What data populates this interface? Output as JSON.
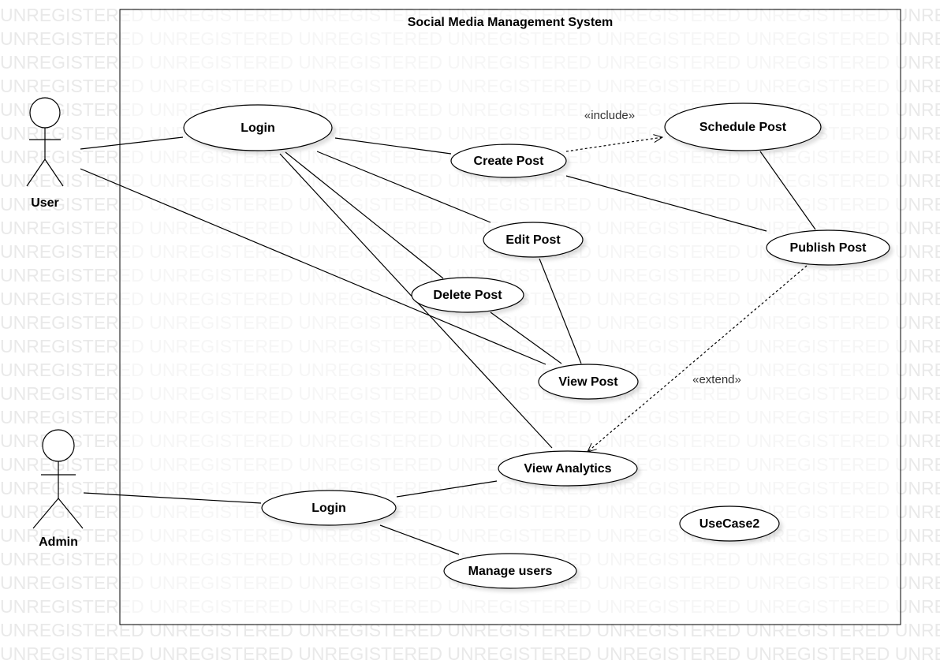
{
  "watermark": "UNREGISTERED",
  "system": {
    "title": "Social Media Management System"
  },
  "actors": [
    {
      "id": "user",
      "label": "User"
    },
    {
      "id": "admin",
      "label": "Admin"
    }
  ],
  "use_cases": [
    {
      "id": "login1",
      "label": "Login"
    },
    {
      "id": "create",
      "label": "Create Post"
    },
    {
      "id": "schedule",
      "label": "Schedule Post"
    },
    {
      "id": "edit",
      "label": "Edit Post"
    },
    {
      "id": "publish",
      "label": "Publish Post"
    },
    {
      "id": "delete",
      "label": "Delete Post"
    },
    {
      "id": "view",
      "label": "View Post"
    },
    {
      "id": "analytics",
      "label": "View Analytics"
    },
    {
      "id": "login2",
      "label": "Login"
    },
    {
      "id": "usecase2",
      "label": "UseCase2"
    },
    {
      "id": "manage",
      "label": "Manage users"
    }
  ],
  "relations": [
    {
      "id": "include",
      "label": "«include»"
    },
    {
      "id": "extend",
      "label": "«extend»"
    }
  ]
}
